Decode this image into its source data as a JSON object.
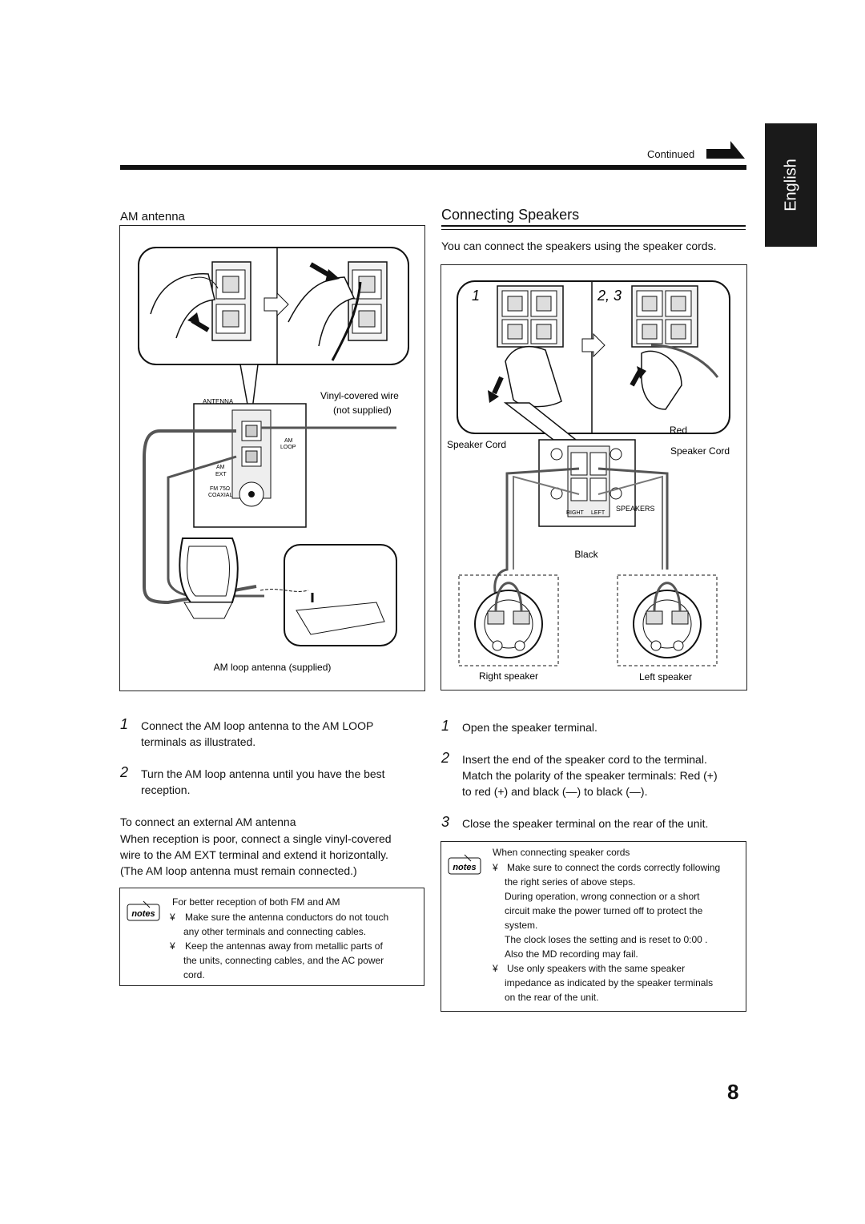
{
  "header": {
    "language_tab": "English",
    "continued": "Continued"
  },
  "left": {
    "title": "AM antenna",
    "figure": {
      "antenna_label": "ANTENNA",
      "am_loop_label_1": "AM",
      "am_loop_label_2": "LOOP",
      "am_ext_label_1": "AM",
      "am_ext_label_2": "EXT",
      "fm_label_1": "FM 75Ω",
      "fm_label_2": "COAXIAL",
      "wire_label_1": "Vinyl-covered wire",
      "wire_label_2": "(not supplied)",
      "loop_caption": "AM loop antenna (supplied)"
    },
    "steps": [
      {
        "num": "1",
        "line1": "Connect the AM loop antenna to the AM LOOP",
        "line2": "terminals as illustrated."
      },
      {
        "num": "2",
        "line1": "Turn the AM loop antenna until you have the best",
        "line2": "reception."
      }
    ],
    "external_heading": "To connect an external AM antenna",
    "external_lines": [
      "When reception is poor, connect a single vinyl-covered",
      "wire to the AM EXT terminal and extend it horizontally.",
      "(The AM loop antenna must remain connected.)"
    ],
    "notes": {
      "badge": "notes",
      "title": "For better reception of both FM and AM",
      "items": [
        {
          "bullet": "¥",
          "line1": "Make sure the antenna conductors do not touch",
          "line2": "any other terminals and connecting cables."
        },
        {
          "bullet": "¥",
          "line1": "Keep the antennas away from metallic parts of",
          "line2": "the units, connecting cables, and the AC power",
          "line3": "cord."
        }
      ]
    }
  },
  "right": {
    "title": "Connecting Speakers",
    "intro": "You can connect the speakers using the speaker cords.",
    "figure": {
      "panel1_label": "1",
      "panel2_label": "2, 3",
      "red": "Red",
      "speaker_cord_left": "Speaker Cord",
      "speaker_cord_right": "Speaker Cord",
      "black": "Black",
      "right_label": "RIGHT",
      "left_label": "LEFT",
      "speakers_label": "SPEAKERS",
      "right_speaker": "Right speaker",
      "left_speaker": "Left speaker"
    },
    "steps": [
      {
        "num": "1",
        "line1": "Open the speaker terminal."
      },
      {
        "num": "2",
        "line1": "Insert the end of the speaker cord to the terminal.",
        "line2": "Match the polarity of the speaker terminals: Red (+)",
        "line3": "to red (+) and black (—) to black (—)."
      },
      {
        "num": "3",
        "line1": "Close the speaker terminal on the rear of the unit."
      }
    ],
    "notes": {
      "badge": "notes",
      "title": "When connecting speaker cords",
      "items": [
        {
          "bullet": "¥",
          "line1": "Make sure to connect the cords correctly following",
          "line2": "the right series of above steps."
        },
        {
          "bullet": "",
          "line1": "During operation, wrong connection or a short",
          "line2": "circuit make the power turned off to protect the",
          "line3": "system."
        },
        {
          "bullet": "",
          "line1": "The clock loses the setting and is reset to  0:00 .",
          "line2": "Also the MD recording may fail."
        },
        {
          "bullet": "¥",
          "line1": "Use only speakers with the same speaker",
          "line2": "impedance as indicated by the speaker terminals",
          "line3": "on the rear of the unit."
        }
      ]
    }
  },
  "page_number": "8"
}
